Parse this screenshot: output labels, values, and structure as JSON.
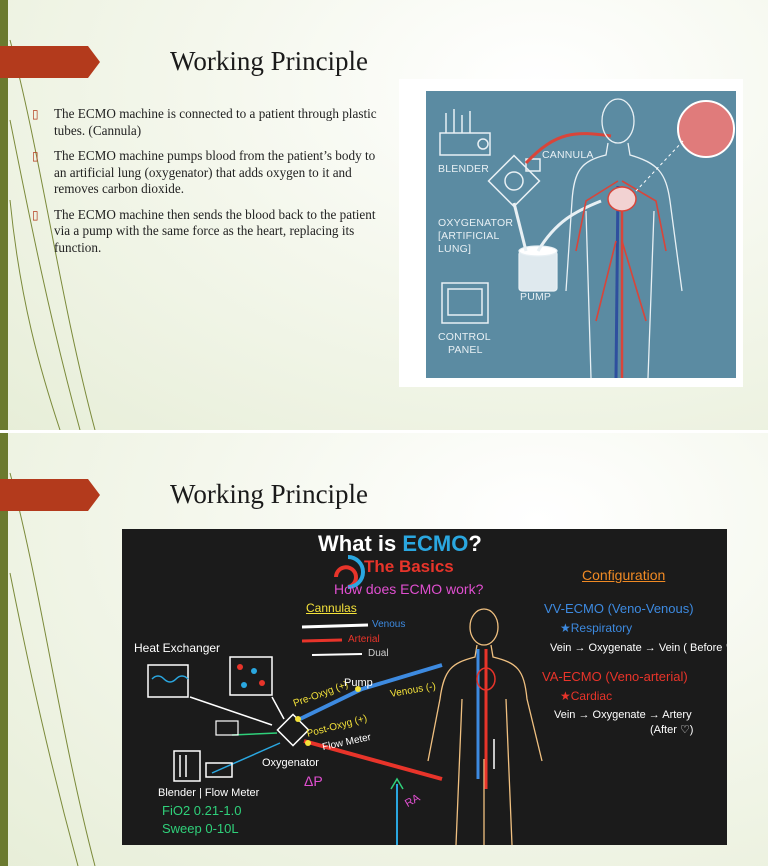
{
  "slide1": {
    "title": "Working Principle",
    "bullets": [
      "The ECMO machine is connected to a patient through plastic tubes. (Cannula)",
      "The ECMO machine pumps blood from the patient’s body to an artificial lung (oxygenator) that adds oxygen to it and removes carbon dioxide.",
      "The ECMO machine then sends the blood back to the patient via a pump with the same force as the heart, replacing its function."
    ],
    "bullet_marker": "▯",
    "diagram": {
      "labels": {
        "blender": "BLENDER",
        "cannula": "CANNULA",
        "oxygenator_1": "OXYGENATOR",
        "oxygenator_2": "[ARTIFICIAL",
        "oxygenator_3": "LUNG]",
        "pump": "PUMP",
        "control_1": "CONTROL",
        "control_2": "PANEL"
      }
    }
  },
  "slide2": {
    "title": "Working Principle",
    "board": {
      "title_what": "What is ",
      "title_ecmo": "ECMO",
      "title_q": "?",
      "subtitle": "The Basics",
      "question": "How does ECMO work?",
      "cannulas_header": "Cannulas",
      "cannula_types": [
        "Venous",
        "Arterial",
        "Dual"
      ],
      "heat_exchanger": "Heat Exchanger",
      "pre_oxy": "Pre-Oxyg (+)",
      "pump": "Pump",
      "venous_neg": "Venous (-)",
      "post_oxy": "Post-Oxyg (+)",
      "flow_meter": "Flow Meter",
      "oxygenator": "Oxygenator",
      "delta_p": "ΔP",
      "blender": "Blender | Flow Meter",
      "fio2": "FiO2 0.21-1.0",
      "sweep": "Sweep 0-10L",
      "ra": "RA",
      "config_header": "Configuration",
      "vv": "VV-ECMO (Veno-Venous)",
      "vv_star": "★Respiratory",
      "vv_path": "Vein → Oxygenate → Vein ( Before ♡",
      "va": "VA-ECMO (Veno-arterial)",
      "va_star": "★Cardiac",
      "va_path": "Vein → Oxygenate → Artery",
      "va_after": "(After ♡)"
    }
  },
  "colors": {
    "accent": "#b33a1c",
    "board_bg": "#1b1b1b",
    "ecmo_blue": "#2aa7e0",
    "chalk_pink": "#e04fd0",
    "chalk_red": "#e8342a",
    "chalk_orange": "#f08a24",
    "chalk_blue": "#3d8ae0",
    "chalk_yellow": "#f4e23a",
    "chalk_green": "#2fd07a",
    "diagram_bg": "#5b8ba2"
  }
}
